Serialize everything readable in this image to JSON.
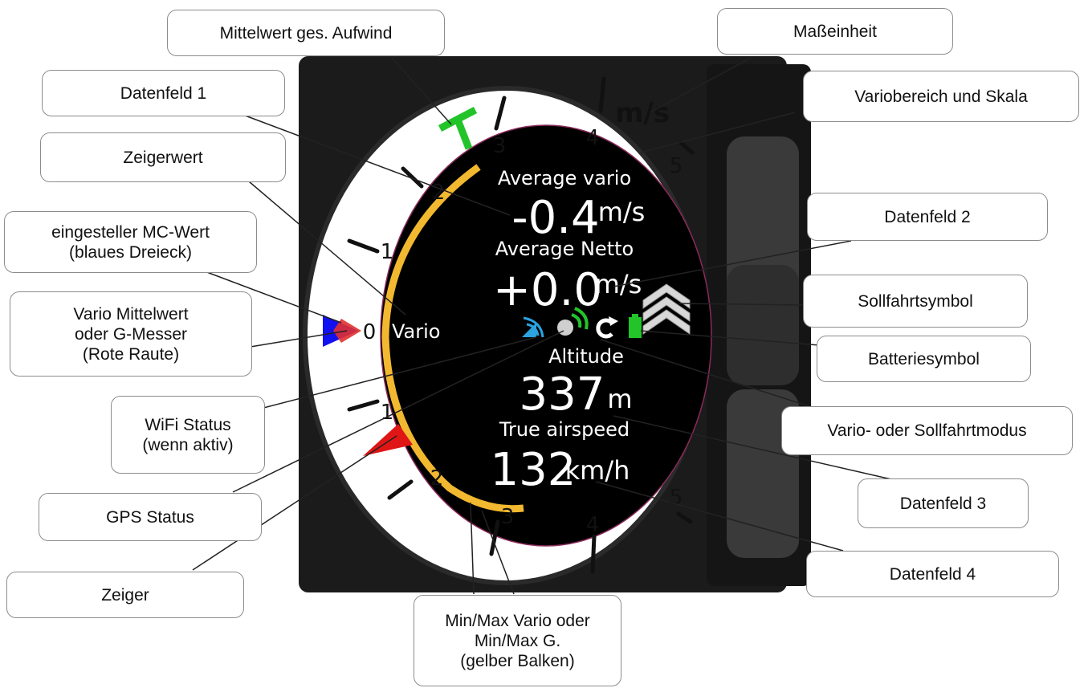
{
  "gauge": {
    "unit_top": "m/s",
    "scale_upper": [
      "3",
      "4",
      "5"
    ],
    "scale_left": [
      "2",
      "1",
      "0",
      "1"
    ],
    "scale_lower": [
      "2",
      "3",
      "4",
      "5"
    ],
    "mode_label": "Vario",
    "fields": [
      {
        "label": "Average vario",
        "value": "-0.4",
        "unit": "m/s"
      },
      {
        "label": "Average Netto",
        "value": "+0.0",
        "unit": "m/s"
      },
      {
        "label": "Altitude",
        "value": "337",
        "unit": "m"
      },
      {
        "label": "True airspeed",
        "value": "132",
        "unit": "km/h"
      }
    ],
    "colors": {
      "screen": "#000000",
      "bezel": "#1b1b1b",
      "dial": "#ffffff",
      "min_max_bar": "#f2b830",
      "average_climb_marker": "#22c42a",
      "mc_triangle": "#1010f0",
      "vario_average_diamond": "#e03030",
      "needle": "#e01515",
      "wifi_icon": "#2aa3e0",
      "gps_icon": "#22c42a",
      "battery_icon": "#22c42a"
    }
  },
  "callouts": [
    {
      "id": "mittelwert",
      "text": "Mittelwert ges. Aufwind"
    },
    {
      "id": "masseinheit",
      "text": "Maßeinheit"
    },
    {
      "id": "datenfeld1",
      "text": "Datenfeld 1"
    },
    {
      "id": "variobereich",
      "text": "Variobereich und Skala"
    },
    {
      "id": "zeigerwert",
      "text": "Zeigerwert"
    },
    {
      "id": "mcwert",
      "text": "eingesteller MC-Wert\n(blaues Dreieck)"
    },
    {
      "id": "datenfeld2",
      "text": "Datenfeld 2"
    },
    {
      "id": "variomittel",
      "text": "Vario Mittelwert\noder G-Messer\n(Rote Raute)"
    },
    {
      "id": "sollfahrtsymbol",
      "text": "Sollfahrtsymbol"
    },
    {
      "id": "batteriesymbol",
      "text": "Batteriesymbol"
    },
    {
      "id": "wifi",
      "text": "WiFi Status\n(wenn aktiv)"
    },
    {
      "id": "modus",
      "text": "Vario- oder Sollfahrtmodus"
    },
    {
      "id": "gps",
      "text": "GPS Status"
    },
    {
      "id": "datenfeld3",
      "text": "Datenfeld 3"
    },
    {
      "id": "zeiger",
      "text": "Zeiger"
    },
    {
      "id": "datenfeld4",
      "text": "Datenfeld 4"
    },
    {
      "id": "minmax",
      "text": "Min/Max Vario oder\nMin/Max G.\n(gelber Balken)"
    }
  ]
}
